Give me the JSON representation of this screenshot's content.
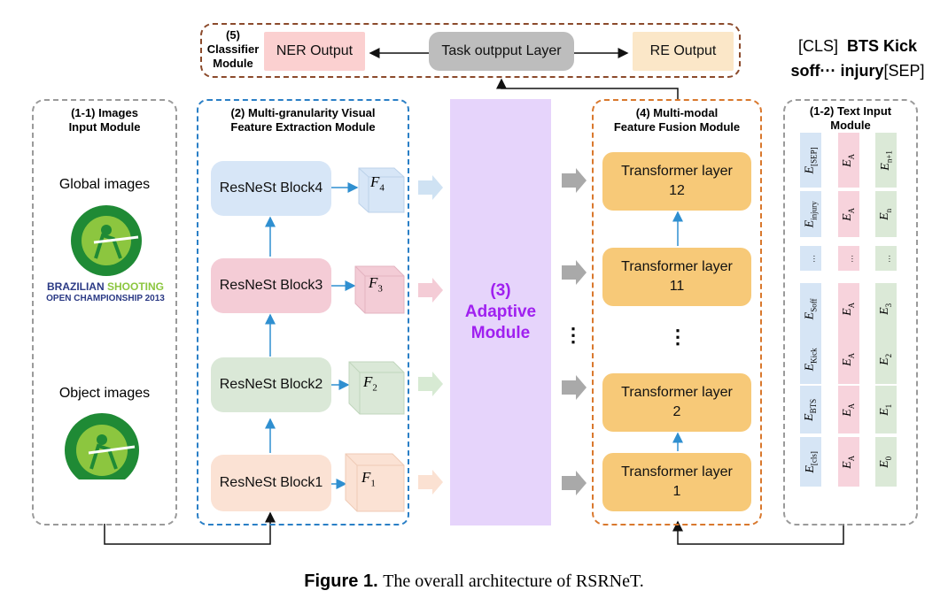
{
  "classifier": {
    "title_line1": "(5)",
    "title_line2": "Classifier",
    "title_line3": "Module",
    "ner_output": "NER Output",
    "task_layer": "Task outpput Layer",
    "re_output": "RE Output"
  },
  "text_sample": {
    "cls": "[CLS]",
    "words_line1": "BTS Kick",
    "words_line2": "soff··· injury",
    "sep": "[SEP]"
  },
  "images_module": {
    "title_line1": "(1-1) Images",
    "title_line2": "Input Module",
    "global_label": "Global images",
    "object_label": "Object images",
    "logo_text_line1a": "BRAZILIAN",
    "logo_text_line1b": "SHOOTING",
    "logo_text_line2": "OPEN CHAMPIONSHIP 2013"
  },
  "visual_module": {
    "title_line1": "(2) Multi-granularity Visual",
    "title_line2": "Feature Extraction Module",
    "blocks": [
      "ResNeSt Block4",
      "ResNeSt Block3",
      "ResNeSt Block2",
      "ResNeSt Block1"
    ],
    "features": [
      {
        "base": "F",
        "sub": "4"
      },
      {
        "base": "F",
        "sub": "3"
      },
      {
        "base": "F",
        "sub": "2"
      },
      {
        "base": "F",
        "sub": "1"
      }
    ]
  },
  "adaptive_module": {
    "line1": "(3)",
    "line2": "Adaptive",
    "line3": "Module",
    "dots": "⋮"
  },
  "fusion_module": {
    "title_line1": "(4) Multi-modal",
    "title_line2": "Feature Fusion Module",
    "layers": [
      {
        "name": "Transformer layer",
        "num": "12"
      },
      {
        "name": "Transformer layer",
        "num": "11"
      },
      {
        "name": "Transformer layer",
        "num": "2"
      },
      {
        "name": "Transformer layer",
        "num": "1"
      }
    ],
    "dots": "⋮"
  },
  "text_module": {
    "title_line1": "(1-2) Text Input",
    "title_line2": "Module",
    "rows": [
      {
        "tok": {
          "base": "E",
          "sub": "[SEP]"
        },
        "seg": {
          "base": "E",
          "sub": "A"
        },
        "pos": {
          "base": "E",
          "sub": "n+1"
        }
      },
      {
        "tok": {
          "base": "E",
          "sub": "injury"
        },
        "seg": {
          "base": "E",
          "sub": "A"
        },
        "pos": {
          "base": "E",
          "sub": "n"
        }
      },
      {
        "tok": {
          "base": "",
          "sub": "···"
        },
        "seg": {
          "base": "",
          "sub": "···"
        },
        "pos": {
          "base": "",
          "sub": "···"
        }
      },
      {
        "tok": {
          "base": "E",
          "sub": "Soff"
        },
        "seg": {
          "base": "E",
          "sub": "A"
        },
        "pos": {
          "base": "E",
          "sub": "3"
        }
      },
      {
        "tok": {
          "base": "E",
          "sub": "Kick"
        },
        "seg": {
          "base": "E",
          "sub": "A"
        },
        "pos": {
          "base": "E",
          "sub": "2"
        }
      },
      {
        "tok": {
          "base": "E",
          "sub": "BTS"
        },
        "seg": {
          "base": "E",
          "sub": "A"
        },
        "pos": {
          "base": "E",
          "sub": "1"
        }
      },
      {
        "tok": {
          "base": "E",
          "sub": "[cls]"
        },
        "seg": {
          "base": "E",
          "sub": "A"
        },
        "pos": {
          "base": "E",
          "sub": "0"
        }
      }
    ]
  },
  "caption": {
    "label": "Figure 1.",
    "text": "The overall architecture of RSRNeT."
  },
  "colors": {
    "adaptive": "#e6d4fb",
    "adaptive_text": "#a020f0",
    "transformer": "#f7c978",
    "blue_border": "#2a7fc6",
    "orange_border": "#d9782d",
    "brown_border": "#8b4a2b",
    "gray_border": "#9a9a9a"
  }
}
